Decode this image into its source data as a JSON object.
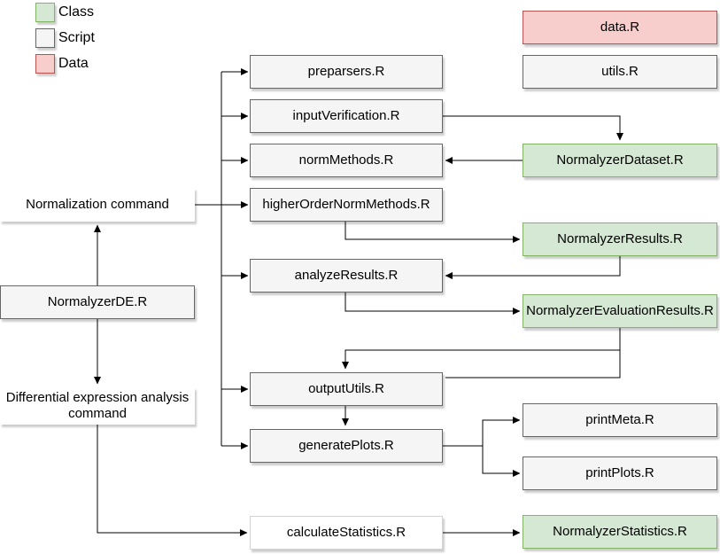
{
  "diagram": {
    "legend": {
      "items": [
        {
          "label": "Class",
          "type": "class"
        },
        {
          "label": "Script",
          "type": "script"
        },
        {
          "label": "Data",
          "type": "data"
        }
      ]
    },
    "nodes": {
      "normalization_command": "Normalization command",
      "normalyzer_de": "NormalyzerDE.R",
      "diff_expression_command": "Differential expression analysis command",
      "preparsers": "preparsers.R",
      "input_verification": "inputVerification.R",
      "norm_methods": "normMethods.R",
      "higher_order_norm_methods": "higherOrderNormMethods.R",
      "analyze_results": "analyzeResults.R",
      "output_utils": "outputUtils.R",
      "generate_plots": "generatePlots.R",
      "calculate_statistics": "calculateStatistics.R",
      "data_r": "data.R",
      "utils_r": "utils.R",
      "normalyzer_dataset": "NormalyzerDataset.R",
      "normalyzer_results": "NormalyzerResults.R",
      "normalyzer_evaluation_results": "NormalyzerEvaluationResults.R",
      "print_meta": "printMeta.R",
      "print_plots": "printPlots.R",
      "normalyzer_statistics": "NormalyzerStatistics.R"
    },
    "colors": {
      "class_fill": "#d5e8d4",
      "class_border": "#82b366",
      "script_fill": "#f5f5f5",
      "script_border": "#666666",
      "data_fill": "#f8cecc",
      "data_border": "#b85450",
      "plain_fill": "#ffffff",
      "edge": "#000000"
    }
  }
}
